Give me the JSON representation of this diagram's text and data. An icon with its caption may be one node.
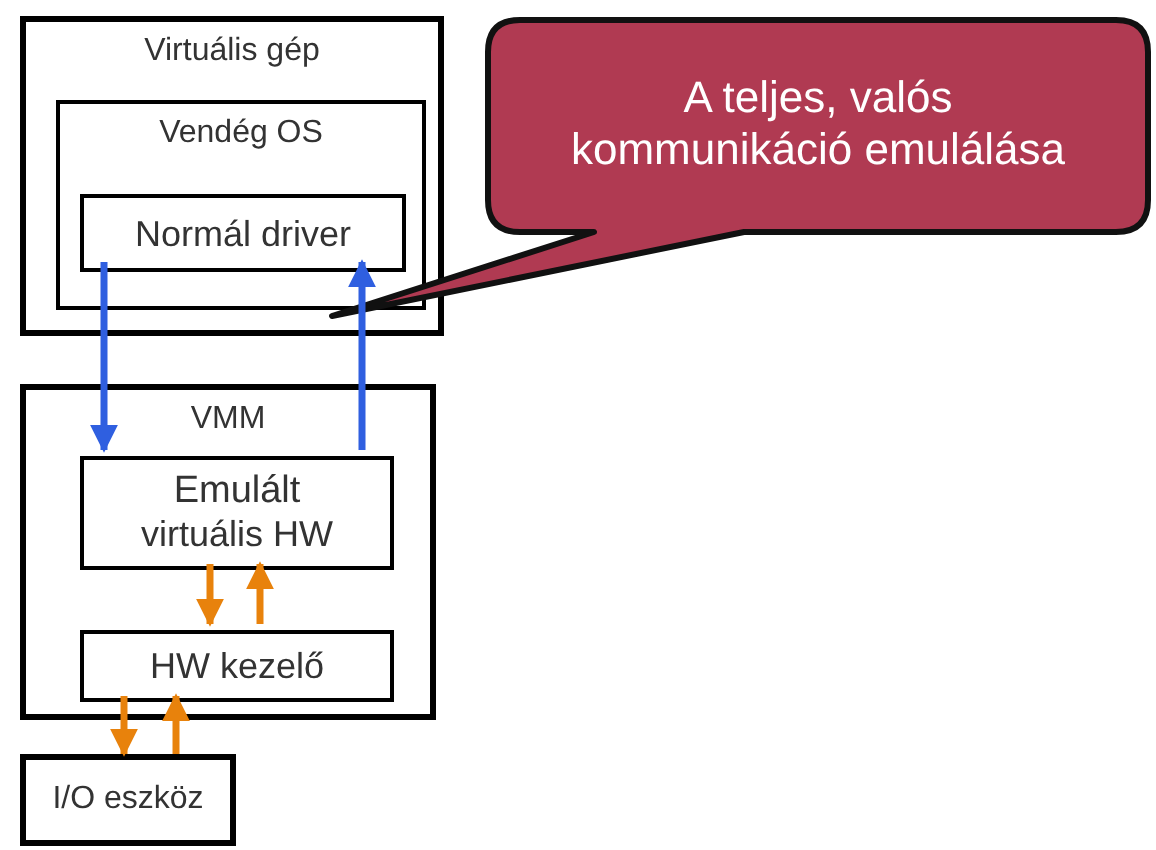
{
  "diagram": {
    "nodes": [
      {
        "text": [
          "Virtuális gép"
        ]
      },
      {
        "text": [
          "Vendég OS"
        ],
        "in": 0
      },
      {
        "text": [
          "Normál driver"
        ],
        "in": 1
      },
      {
        "text": [
          "VMM"
        ]
      },
      {
        "text": [
          "Emulált",
          "virtuális HW"
        ],
        "in": 3
      },
      {
        "text": [
          "HW kezelő"
        ],
        "in": 3
      },
      {
        "text": [
          "I/O eszköz"
        ]
      },
      {
        "text": [
          "A teljes, valós kommunikáció emulálása"
        ]
      }
    ],
    "edges": [
      {
        "from": 2,
        "to": 4,
        "arrow": "to",
        "color": "#2f5fe0"
      },
      {
        "from": 4,
        "to": 2,
        "arrow": "to",
        "color": "#2f5fe0"
      },
      {
        "from": 4,
        "to": 5,
        "arrow": "to",
        "color": "#e8820c"
      },
      {
        "from": 5,
        "to": 4,
        "arrow": "to",
        "color": "#e8820c"
      },
      {
        "from": 5,
        "to": 6,
        "arrow": "to",
        "color": "#e8820c"
      },
      {
        "from": 6,
        "to": 5,
        "arrow": "to",
        "color": "#e8820c"
      }
    ]
  }
}
